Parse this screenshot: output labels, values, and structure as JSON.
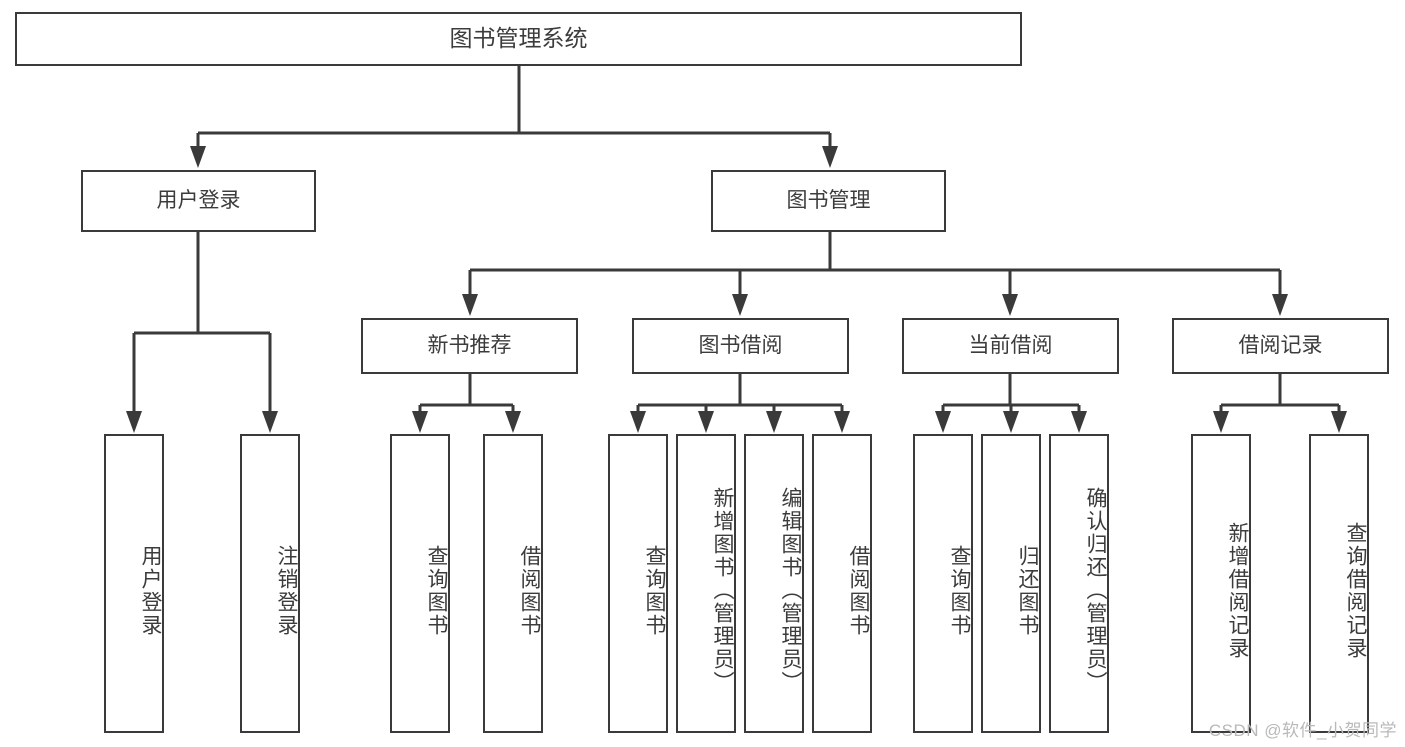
{
  "diagram": {
    "type": "tree",
    "title": "图书管理系统",
    "watermark": "CSDN @软件_小贺同学",
    "colors": {
      "stroke": "#3a3a3a",
      "fill": "#ffffff",
      "text": "#3c3c3c",
      "watermark": "#b9b9b9"
    },
    "root": {
      "label": "图书管理系统"
    },
    "level2": [
      {
        "label": "用户登录"
      },
      {
        "label": "图书管理"
      }
    ],
    "level3": [
      {
        "label": "新书推荐"
      },
      {
        "label": "图书借阅"
      },
      {
        "label": "当前借阅"
      },
      {
        "label": "借阅记录"
      }
    ],
    "leaves_user_login": [
      {
        "label": "用户登录"
      },
      {
        "label": "注销登录"
      }
    ],
    "leaves_new_book": [
      {
        "label": "查询图书"
      },
      {
        "label": "借阅图书"
      }
    ],
    "leaves_borrow": [
      {
        "label": "查询图书"
      },
      {
        "label": "新增图书（管理员）"
      },
      {
        "label": "编辑图书（管理员）"
      },
      {
        "label": "借阅图书"
      }
    ],
    "leaves_current": [
      {
        "label": "查询图书"
      },
      {
        "label": "归还图书"
      },
      {
        "label": "确认归还（管理员）"
      }
    ],
    "leaves_records": [
      {
        "label": "新增借阅记录"
      },
      {
        "label": "查询借阅记录"
      }
    ]
  }
}
